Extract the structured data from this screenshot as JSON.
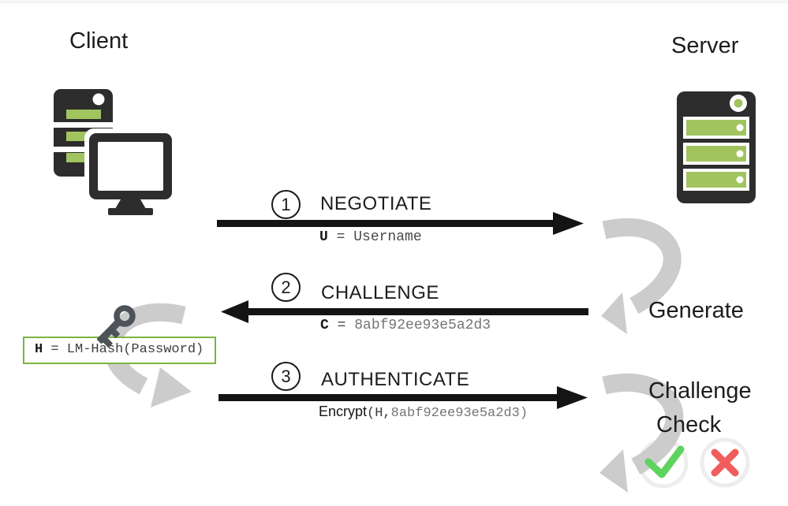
{
  "nodes": {
    "client": "Client",
    "server": "Server"
  },
  "messages": [
    {
      "step": "1",
      "name": "NEGOTIATE",
      "payload_var": "U",
      "payload_eq": " = ",
      "payload_value": "Username"
    },
    {
      "step": "2",
      "name": "CHALLENGE",
      "payload_var": "C",
      "payload_eq": " = ",
      "payload_value": "8abf92ee93e5a2d3"
    },
    {
      "step": "3",
      "name": "AUTHENTICATE",
      "payload_prefix": "Encrypt",
      "payload_mono_open": "(H,",
      "payload_value": "8abf92ee93e5a2d3)"
    }
  ],
  "client_computation": {
    "var": "H",
    "rest": " = LM-Hash(Password)"
  },
  "server_actions": {
    "generate_line1": "Generate",
    "generate_line2": "Challenge",
    "check": "Check"
  },
  "icons": {
    "client": "workstation-icon",
    "server": "server-rack-icon",
    "key": "key-icon",
    "success": "check-icon",
    "failure": "cross-icon",
    "process": "curved-process-arrow-icon"
  },
  "colors": {
    "accent-green": "#a1c45f",
    "icon-dark": "#2d2d2d",
    "arrow-black": "#141414",
    "swirl-gray": "#cccccc",
    "box-border-green": "#7cb342",
    "check-green": "#5fd35f",
    "cross-red": "#f15c5c",
    "ring-gray": "#ededed",
    "text-dark": "#1d1d1d",
    "mono-gray": "#757575"
  }
}
